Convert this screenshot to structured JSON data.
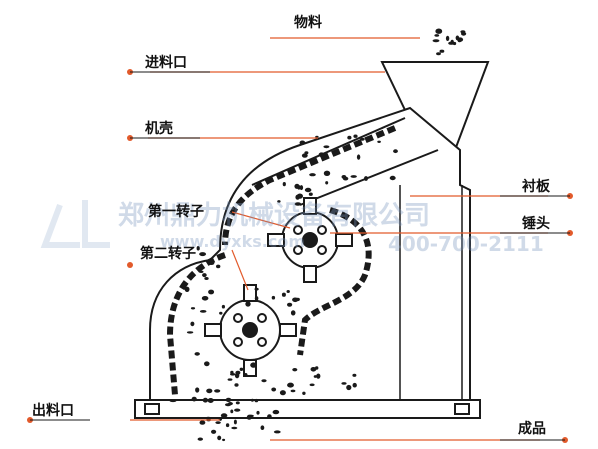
{
  "labels": {
    "material": "物料",
    "feed_inlet": "进料口",
    "housing": "机壳",
    "liner_plate": "衬板",
    "hammer_head": "锤头",
    "first_rotor": "第一转子",
    "second_rotor": "第二转子",
    "discharge_outlet": "出料口",
    "finished_product": "成品"
  },
  "watermark": {
    "company": "郑州鼎力机械设备有限公司",
    "website": "www.dyxks.com",
    "phone": "400-700-2111"
  },
  "colors": {
    "leader_line": "#e25a2b",
    "leader_dot": "#e25a2b",
    "outline": "#1a1a1a",
    "watermark": "#8aa6c8"
  }
}
